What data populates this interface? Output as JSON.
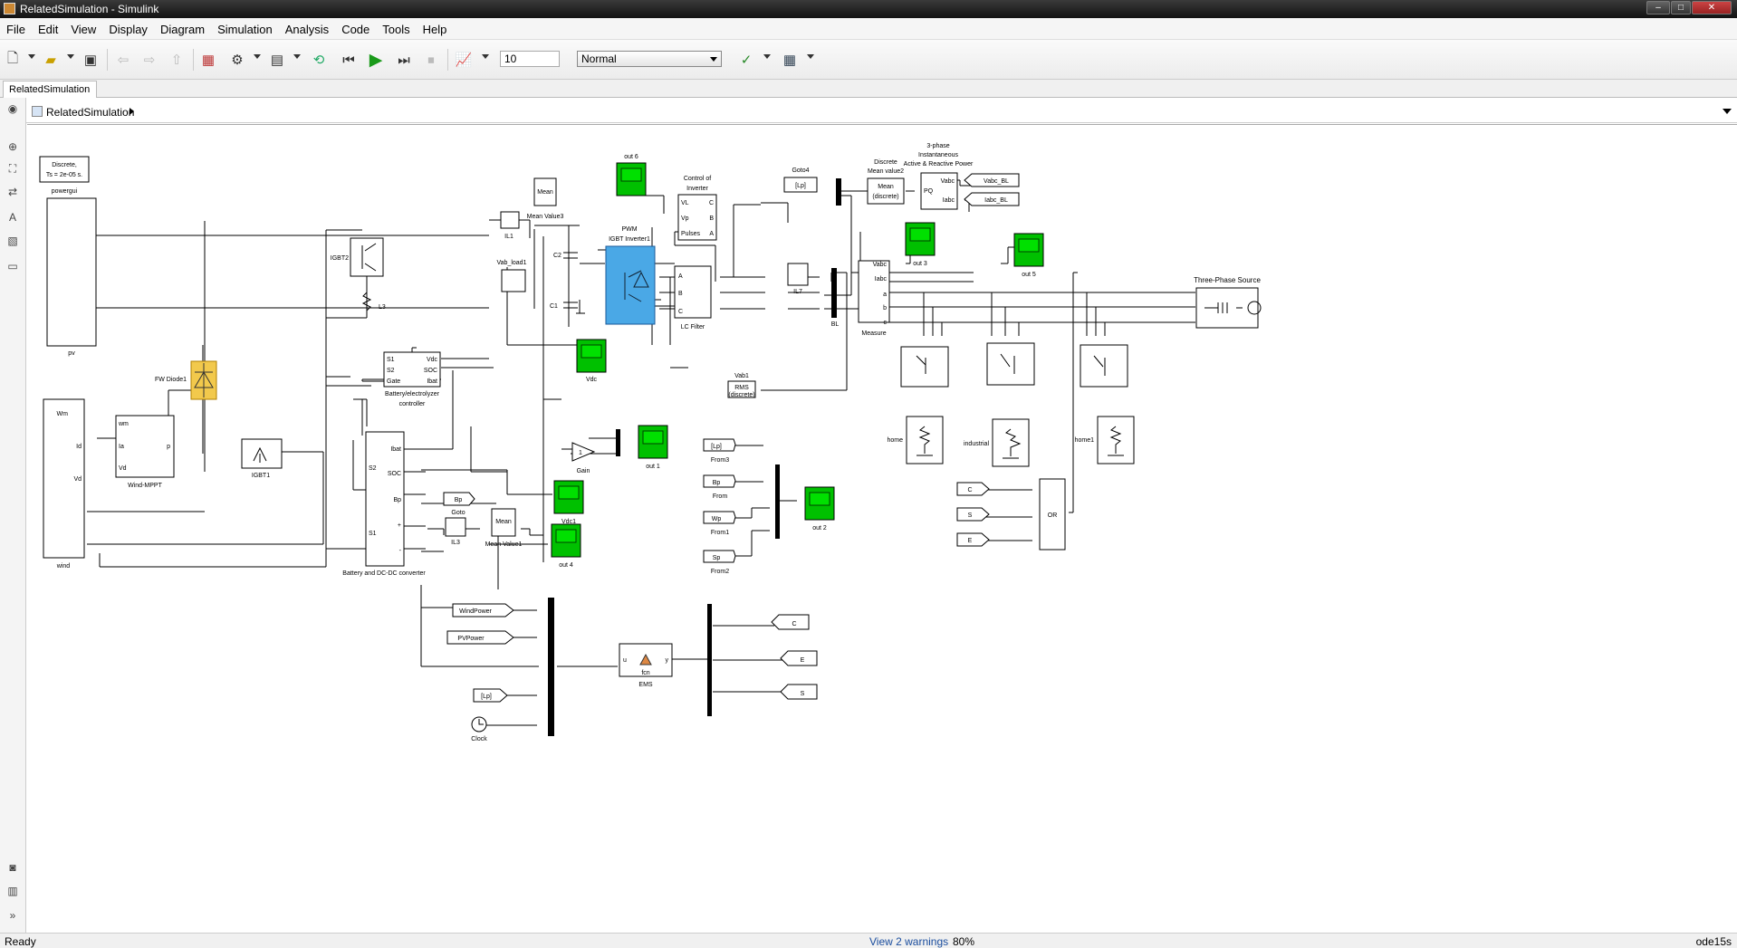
{
  "window": {
    "title": "RelatedSimulation - Simulink"
  },
  "menu": [
    "File",
    "Edit",
    "View",
    "Display",
    "Diagram",
    "Simulation",
    "Analysis",
    "Code",
    "Tools",
    "Help"
  ],
  "toolbar": {
    "stop_time": "10",
    "sim_mode": "Normal"
  },
  "tab": {
    "label": "RelatedSimulation"
  },
  "breadcrumb": {
    "label": "RelatedSimulation"
  },
  "diagram": {
    "powergui": {
      "line1": "Discrete,",
      "line2": "Ts = 2e-05 s.",
      "name": "powergui"
    },
    "pv": "pv",
    "wind": "wind",
    "wind_ports": [
      "Wm",
      "Id",
      "Vd"
    ],
    "wind_mppt": {
      "name": "Wind-MPPT",
      "ports_in": [
        "wm",
        "Ia",
        "Vd"
      ],
      "port_out": "p"
    },
    "fw_diode": "FW Diode1",
    "igbt1": "IGBT1",
    "igbt2": "IGBT2",
    "l3": "L3",
    "il1": "IL1",
    "il3": "IL3",
    "mean_value3": {
      "name": "Mean Value3",
      "label": "Mean"
    },
    "mean_value1": {
      "name": "Mean Value1",
      "label": "Mean"
    },
    "vab_load1": "Vab_load1",
    "c2": "C2",
    "c1": "C1",
    "pwm_inverter": {
      "line1": "PWM",
      "line2": "IGBT Inverter1"
    },
    "control_inverter": {
      "line1": "Control of",
      "line2": "Inverter",
      "ports_in": [
        "VL",
        "Vp",
        "Pulses"
      ],
      "ports_out": [
        "C",
        "B",
        "A"
      ]
    },
    "lc_filter": {
      "name": "LC Filter",
      "ports": [
        "A",
        "B",
        "C"
      ]
    },
    "il7": "IL7",
    "bl": "BL",
    "measure": {
      "name": "Measure",
      "ports": [
        "Vabc",
        "Iabc",
        "a",
        "b",
        "c"
      ]
    },
    "goto4": {
      "name": "Goto4",
      "tag": "[Lp]"
    },
    "mean_value2": {
      "line1": "Discrete",
      "line2": "Mean value2",
      "inner1": "Mean",
      "inner2": "(discrete)"
    },
    "power_block": {
      "line1": "3-phase",
      "line2": "Instantaneous",
      "line3": "Active & Reactive Power",
      "ports": [
        "Vabc",
        "Iabc",
        "PQ"
      ]
    },
    "vabc_bl": "Vabc_BL",
    "iabc_bl": "Iabc_BL",
    "three_phase_source": "Three-Phase Source",
    "battery_controller": {
      "line1": "Battery/electrolyzer",
      "line2": "controller",
      "ports_in": [
        "S1",
        "S2",
        "Gate"
      ],
      "ports_out": [
        "Vdc",
        "SOC",
        "Ibat"
      ]
    },
    "battery_dcdc": {
      "name": "Battery and DC-DC converter",
      "ports": [
        "Ibat",
        "S2",
        "SOC",
        "Bp",
        "+",
        "S1",
        "-"
      ]
    },
    "goto_bp": {
      "name": "Goto",
      "tag": "Bp"
    },
    "vab1": {
      "name": "Vab1",
      "inner1": "RMS",
      "inner2": "(discrete)"
    },
    "gain": {
      "name": "Gain",
      "value": "1"
    },
    "scopes": [
      "out 6",
      "out 3",
      "out 5",
      "Vdc",
      "out 1",
      "Vdc1",
      "out 4",
      "out 2"
    ],
    "from3": {
      "name": "From3",
      "tag": "[Lp]"
    },
    "from": {
      "name": "From",
      "tag": "Bp"
    },
    "from1": {
      "name": "From1",
      "tag": "Wp"
    },
    "from2": {
      "name": "From2",
      "tag": "Sp"
    },
    "loads": [
      "home",
      "industrial",
      "home1"
    ],
    "or_inputs": [
      "C",
      "S",
      "E"
    ],
    "or_label": "OR",
    "emsin": [
      "WindPower",
      "PVPower",
      "[Lp]"
    ],
    "clock": "Clock",
    "ems": {
      "name": "EMS",
      "label": "fcn",
      "port_in": "u",
      "port_out": "y"
    },
    "emsout": [
      "C",
      "E",
      "S"
    ]
  },
  "status": {
    "ready": "Ready",
    "warnings": "View 2 warnings",
    "zoom": "80%",
    "solver": "ode15s"
  }
}
